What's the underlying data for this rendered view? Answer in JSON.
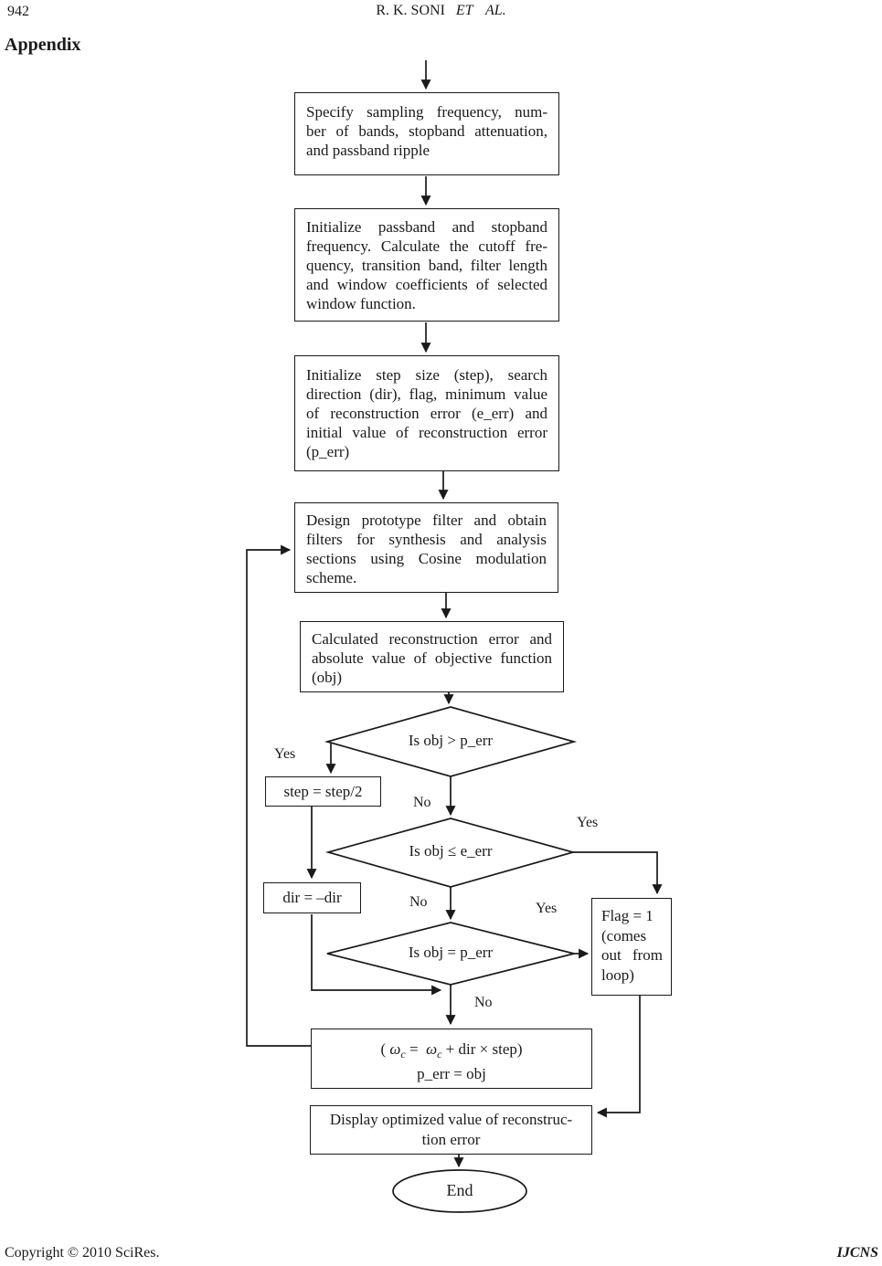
{
  "header": {
    "page_number": "942",
    "running_head": "R. K. SONI",
    "running_head_suffix": "ET AL.",
    "section_title": "Appendix"
  },
  "footer": {
    "copyright": "Copyright © 2010 SciRes.",
    "journal": "IJCNS"
  },
  "flowchart": {
    "specify_box": {
      "lines": [
        "Specify sampling frequency, num-",
        "ber of bands, stopband attenuation,",
        "and passband ripple"
      ]
    },
    "init_frequency_box": {
      "lines": [
        "Initialize passband and stopband",
        "frequency. Calculate the cutoff fre-",
        "quency, transition band, filter length",
        "and window coefficients of selected",
        "window function."
      ]
    },
    "init_step_box": {
      "lines": [
        "Initialize step size (step), search",
        "direction (dir), flag, minimum value",
        "of reconstruction error (e_err) and",
        "initial value of reconstruction error",
        "(p_err)"
      ]
    },
    "design_box": {
      "lines": [
        "Design prototype filter and obtain",
        "filters for synthesis and analysis",
        "sections using Cosine modulation",
        "scheme."
      ]
    },
    "calc_box": {
      "lines": [
        "Calculated reconstruction error and",
        "absolute value of objective function",
        "(obj)"
      ]
    },
    "decision1": {
      "label": "Is obj > p_err",
      "yes": "Yes",
      "no": "No"
    },
    "decision2": {
      "label": "Is obj ≤ e_err",
      "yes": "Yes",
      "no": "No"
    },
    "decision3": {
      "label": "Is obj = p_err",
      "yes": "Yes",
      "no": "No"
    },
    "step_box": {
      "label": "step = step/2"
    },
    "dir_box": {
      "label": "dir = –dir"
    },
    "flag_box": {
      "lines": [
        "Flag = 1",
        "(comes",
        "out from",
        "loop)"
      ]
    },
    "update_box": {
      "f_open": "( ",
      "f_omega1": "ω",
      "f_sub1": "c",
      "f_eq": " =  ",
      "f_omega2": "ω",
      "f_sub2": "c",
      "f_rest": " + dir × step)",
      "line2": "p_err = obj"
    },
    "display_box": {
      "lines": [
        "Display optimized value of reconstruc-",
        "tion error"
      ]
    },
    "end_label": "End"
  }
}
